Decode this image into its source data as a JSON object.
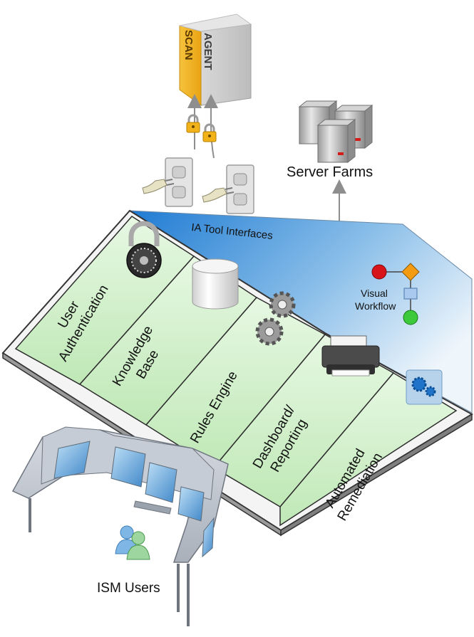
{
  "appliance": {
    "scan_label": "SCAN",
    "agent_label": "AGENT"
  },
  "server_farms": {
    "label": "Server Farms"
  },
  "interfaces": {
    "label": "IA Tool Interfaces"
  },
  "visual_workflow": {
    "line1": "Visual",
    "line2": "Workflow"
  },
  "modules": [
    {
      "line1": "User",
      "line2": "Authentication"
    },
    {
      "line1": "Knowledge",
      "line2": "Base"
    },
    {
      "line1": "Rules Engine",
      "line2": ""
    },
    {
      "line1": "Dashboard/",
      "line2": "Reporting"
    },
    {
      "line1": "Automated",
      "line2": "Remediation"
    }
  ],
  "users": {
    "label": "ISM Users"
  },
  "colors": {
    "scan_yellow": "#F2B21B",
    "agent_gray": "#C9C9C9",
    "panel_green": "#CDEFC6",
    "interface_blue": "#2F86D6",
    "workflow_red": "#D8141B",
    "workflow_orange": "#F39C12",
    "workflow_green": "#3CC93C",
    "arrow_gray": "#8E8E8E"
  }
}
